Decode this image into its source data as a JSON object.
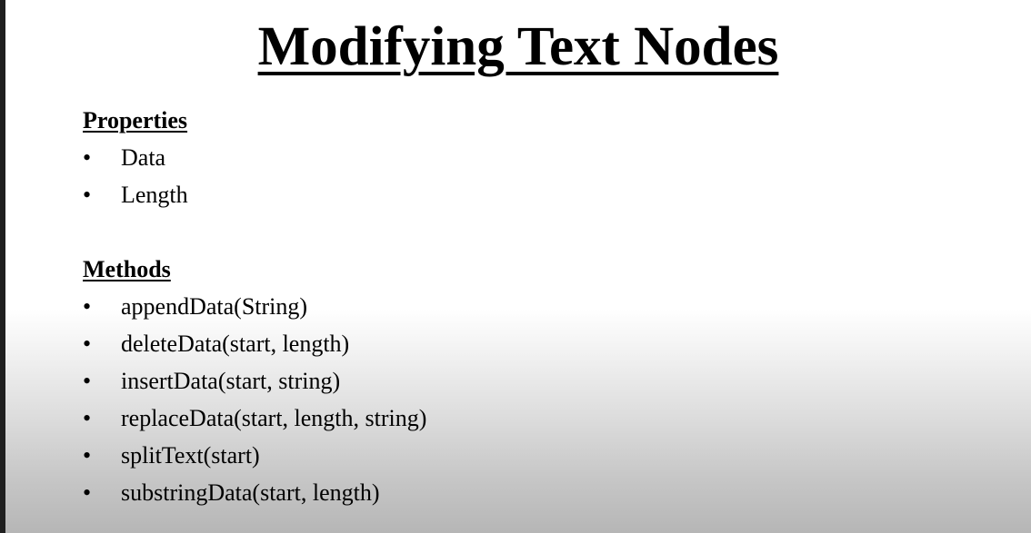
{
  "slide": {
    "title": "Modifying Text Nodes",
    "bullet_glyph": "•",
    "sections": [
      {
        "heading": "Properties",
        "items": [
          "Data",
          "Length"
        ]
      },
      {
        "heading": "Methods",
        "items": [
          "appendData(String)",
          "deleteData(start, length)",
          "insertData(start, string)",
          "replaceData(start, length, string)",
          "splitText(start)",
          "substringData(start, length)"
        ]
      }
    ]
  }
}
